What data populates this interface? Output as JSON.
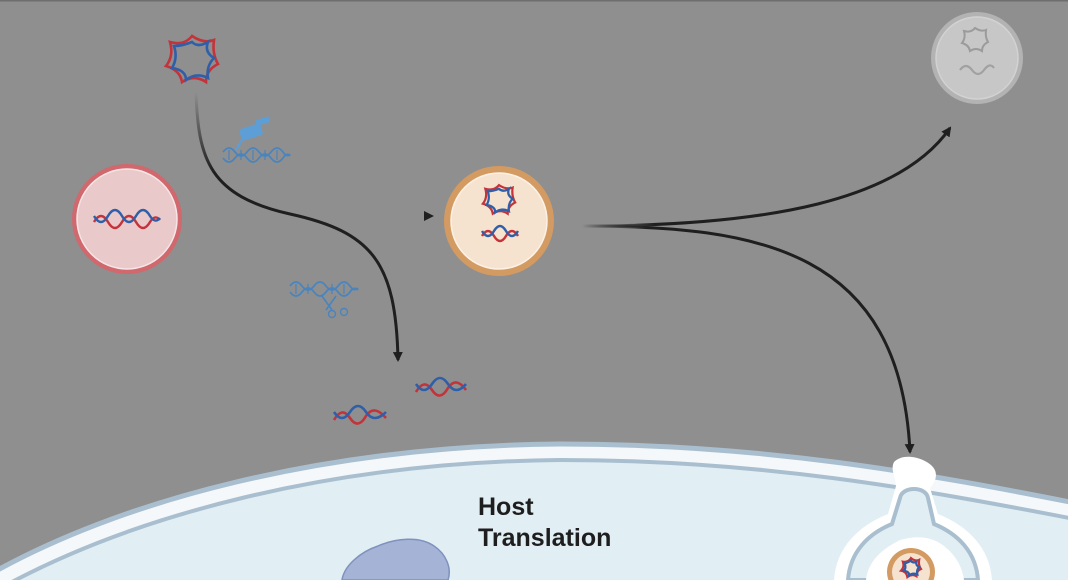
{
  "host_label": {
    "line1": "Host",
    "line2": "Translation"
  },
  "icons": {
    "plasmid": "plasmid-icon",
    "linear_dna_cell": "cell-with-linear-dna-icon",
    "transfected_cell": "cell-with-plasmid-and-dna-icon",
    "faded_cell": "faded-cell-icon",
    "dna_synthesis": "pipette-dna-icon",
    "dna_cutting": "scissors-dna-icon",
    "dna_fragment": "dna-fragment-icon",
    "host_cell": "host-cell-membrane",
    "vesicle_cell": "endocytosed-cell-icon",
    "ribosome": "ribosome-icon"
  },
  "colors": {
    "background": "#8f8f8f",
    "dna_red": "#c4333a",
    "dna_blue": "#2f5fa8",
    "red_cell_fill": "#eac9cb",
    "red_cell_ring": "#d0686d",
    "orange_cell_fill": "#f5e3cf",
    "orange_cell_ring": "#d39a62",
    "faded_cell": "#c8c8c8",
    "host_cytoplasm": "#e1eef4",
    "host_membrane": "#a9bfcf",
    "tool_blue": "#5d9ed6",
    "arrow": "#1f1f1f"
  }
}
